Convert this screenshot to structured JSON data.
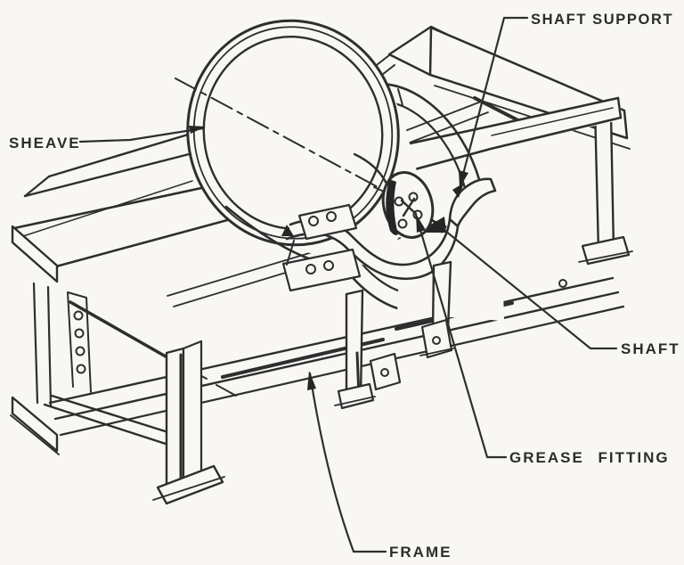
{
  "diagram": {
    "title": "Sheave assembly technical illustration",
    "background_color": "#f8f7f4",
    "ink_color": "#2e2e2e",
    "labels": {
      "sheave": "SHEAVE",
      "shaft_support": "SHAFT SUPPORT",
      "shaft": "SHAFT",
      "grease_fitting": "GREASE FITTING",
      "frame": "FRAME"
    }
  }
}
